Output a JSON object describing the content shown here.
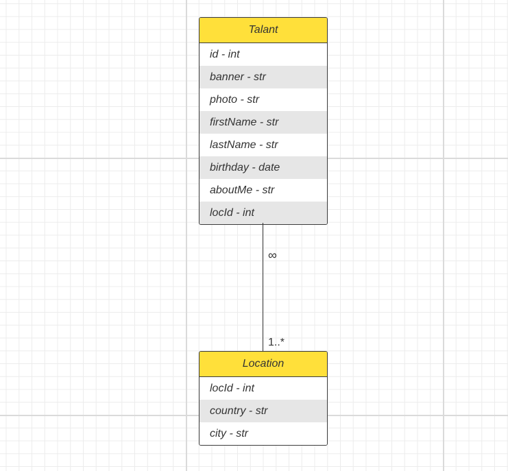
{
  "diagram": {
    "entities": [
      {
        "title": "Talant",
        "fields": [
          "id - int",
          "banner - str",
          "photo - str",
          "firstName - str",
          "lastName - str",
          "birthday - date",
          "aboutMe - str",
          "locId - int"
        ]
      },
      {
        "title": "Location",
        "fields": [
          "locId - int",
          "country - str",
          "city - str"
        ]
      }
    ],
    "relationship": {
      "from": "Talant",
      "to": "Location",
      "from_multiplicity": "∞",
      "to_multiplicity": "1..*"
    },
    "colors": {
      "header": "#ffe03a",
      "alt_row": "#e6e6e6",
      "border": "#3a3a3a",
      "text": "#333333"
    }
  }
}
